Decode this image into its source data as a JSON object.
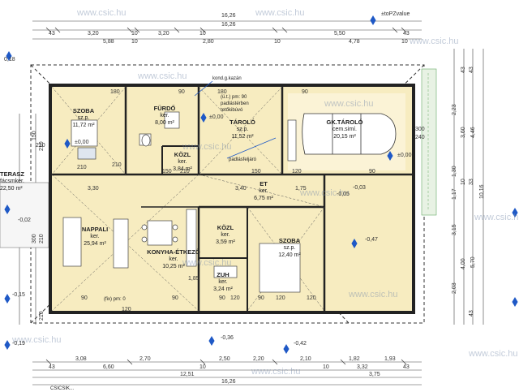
{
  "watermark": "www.csic.hu",
  "top_label": "±toPZvalue",
  "top_dims": {
    "total_1": "16,26",
    "total_2": "16,26",
    "row1": [
      "43",
      "3,20",
      "10",
      "3,20",
      "10",
      "5,50",
      "43"
    ],
    "row2": [
      "5,88",
      "10",
      "2,80",
      "10",
      "4,78",
      "10"
    ]
  },
  "bottom_dims": {
    "row1": [
      "3,08",
      "2,70",
      "2,50",
      "2,20",
      "2,10",
      "1,82",
      "1,93"
    ],
    "row2": [
      "43",
      "6,60",
      "10",
      "10",
      "3,32",
      "43"
    ],
    "row3": [
      "12,51",
      "3,75"
    ],
    "total": "16,26"
  },
  "right_dims": {
    "outer": [
      "10,16"
    ],
    "mid": [
      "5,70",
      "4,46"
    ],
    "inner": [
      "3,60",
      "2,23",
      "1,17",
      "4,00",
      "2,03",
      "3,15"
    ],
    "small": [
      "43",
      "43",
      "43",
      "10",
      "33",
      "1,30"
    ]
  },
  "left_dims": {
    "values": [
      "150",
      "210",
      "300",
      "210",
      "210"
    ]
  },
  "levels": [
    "0,18",
    "-0,02",
    "-0,15",
    "-0,36",
    "-0,42",
    "-0,47",
    "-0,03",
    "±0,00",
    "±0,00",
    "±0,00",
    "-0,05",
    "-0,19"
  ],
  "terrace": {
    "name": "TERASZ",
    "type": "fácsmker.",
    "area": "22,50 m²"
  },
  "rooms": [
    {
      "key": "szoba1",
      "name": "SZOBA",
      "type": "sz.p.",
      "area": "11,72 m²"
    },
    {
      "key": "furdo",
      "name": "FÜRDŐ",
      "type": "ker.",
      "area": "8,00 m²"
    },
    {
      "key": "tarolo",
      "name": "TÁROLÓ",
      "type": "sz.p.",
      "area": "11,52 m²"
    },
    {
      "key": "gktarolo",
      "name": "GK.TÁROLÓ",
      "type": "cem.simí.",
      "area": "20,15 m²"
    },
    {
      "key": "kozl1",
      "name": "KÖZL",
      "type": "ker.",
      "area": "3,84 m²"
    },
    {
      "key": "et",
      "name": "ET",
      "type": "ker.",
      "area": "6,75 m²"
    },
    {
      "key": "nappali",
      "name": "NAPPALI",
      "type": "ker.",
      "area": "25,94 m²"
    },
    {
      "key": "konyha",
      "name": "KONYHA-ÉTKEZŐ",
      "type": "ker.",
      "area": "10,25 m²"
    },
    {
      "key": "kozl2",
      "name": "KÖZL",
      "type": "ker.",
      "area": "3,59 m²"
    },
    {
      "key": "szoba2",
      "name": "SZOBA",
      "type": "sz.p.",
      "area": "12,40 m²"
    },
    {
      "key": "zuh",
      "name": "ZUH",
      "type": "ker.",
      "area": "3,24 m²"
    }
  ],
  "notes": {
    "kazan": "kond.g.kazán",
    "padlas1": "(ü.t.) pm: 90",
    "padlas2": "padlástérben",
    "padlas3": "tetőkibúvó",
    "padlasfel": "padlásfeljáró",
    "fix": "(fix) pm: 0",
    "bottom_caption": "CSICSIK..."
  },
  "inner_dims": [
    "3,30",
    "3,40",
    "1,75",
    "180",
    "210",
    "90",
    "180",
    "90",
    "90",
    "120",
    "150",
    "210",
    "150",
    "210",
    "90",
    "120",
    "90",
    "120",
    "1,85",
    "90",
    "90",
    "120",
    "120",
    "300",
    "240",
    "210"
  ]
}
